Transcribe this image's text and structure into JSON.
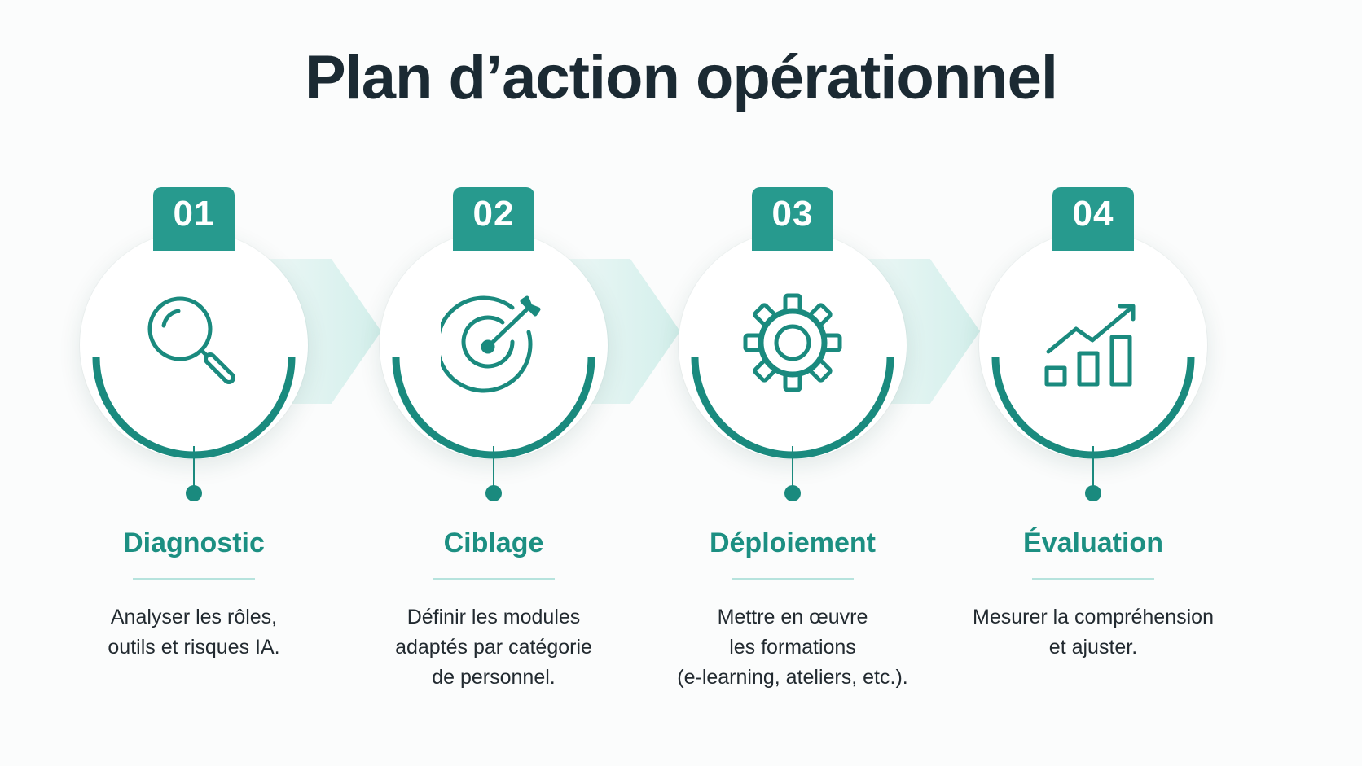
{
  "title": "Plan d’action opérationnel",
  "colors": {
    "teal": "#1a8a7e",
    "badge": "#279a8e",
    "chevron": "#d3efeb",
    "title": "#1b2a33"
  },
  "steps": [
    {
      "number": "01",
      "title": "Diagnostic",
      "icon": "magnifying-glass-icon",
      "description": [
        "Analyser les rôles,",
        "outils et risques IA."
      ]
    },
    {
      "number": "02",
      "title": "Ciblage",
      "icon": "target-icon",
      "description": [
        "Définir les modules",
        "adaptés par catégorie",
        "de personnel."
      ]
    },
    {
      "number": "03",
      "title": "Déploiement",
      "icon": "gear-icon",
      "description": [
        "Mettre en œuvre",
        "les formations",
        "(e-learning, ateliers, etc.)."
      ]
    },
    {
      "number": "04",
      "title": "Évaluation",
      "icon": "growth-chart-icon",
      "description": [
        "Mesurer la compréhension",
        "et ajuster."
      ]
    }
  ]
}
